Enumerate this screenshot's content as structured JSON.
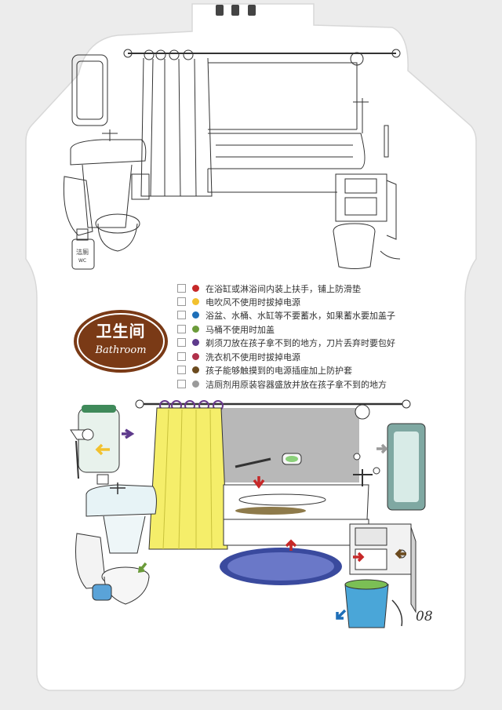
{
  "badge": {
    "title_zh": "卫生间",
    "title_en": "Bathroom"
  },
  "checklist": [
    {
      "text": "在浴缸或淋浴间内装上扶手，铺上防滑垫",
      "color": "#c62828"
    },
    {
      "text": "电吹风不使用时拔掉电源",
      "color": "#f2c12e"
    },
    {
      "text": "浴盆、水桶、水缸等不要蓄水，如果蓄水要加盖子",
      "color": "#1e6fb8"
    },
    {
      "text": "马桶不使用时加盖",
      "color": "#6b9b3a"
    },
    {
      "text": "剃须刀放在孩子拿不到的地方，刀片丢弃时要包好",
      "color": "#5e3a8c"
    },
    {
      "text": "洗衣机不使用时拔掉电源",
      "color": "#b0304a"
    },
    {
      "text": "孩子能够触摸到的电源插座加上防护套",
      "color": "#6b4a1e"
    },
    {
      "text": "洁厕剂用原装容器盛放并放在孩子拿不到的地方",
      "color": "#9a9a9a"
    }
  ],
  "labels": {
    "cleaner_label": "洁厕",
    "cleaner_sub": "WC"
  },
  "page_number": "08"
}
